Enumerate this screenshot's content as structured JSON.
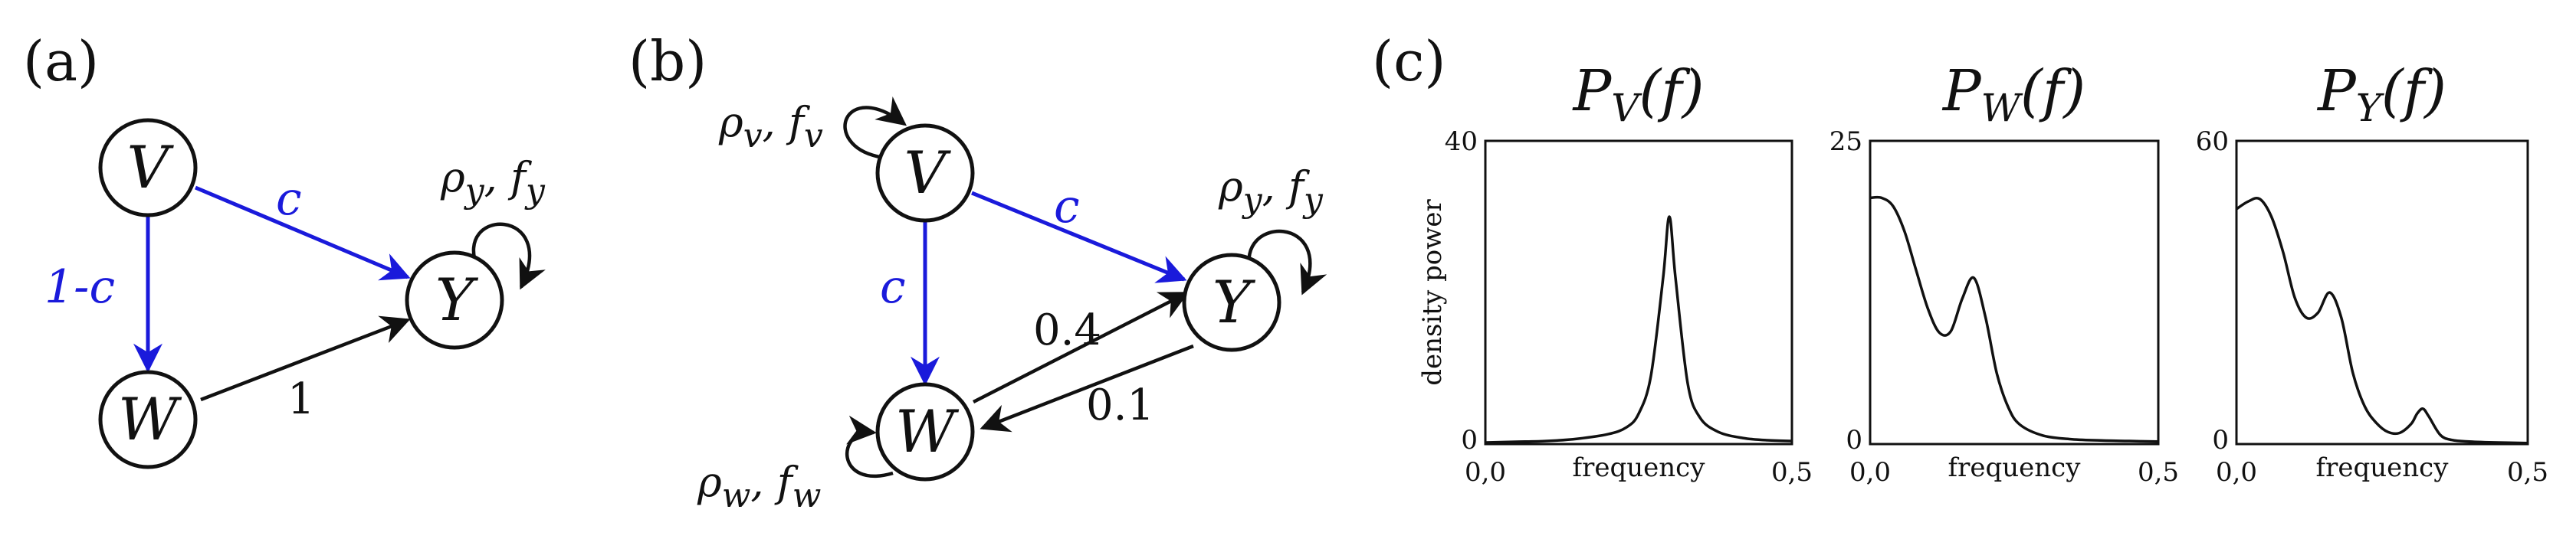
{
  "panels": {
    "a": {
      "label": "(a)",
      "nodes": {
        "v": "V",
        "w": "W",
        "y": "Y"
      },
      "edges": {
        "vy": "c",
        "vw": "1-c",
        "wy": "1"
      },
      "self_loop_y": "ρ y , f y"
    },
    "b": {
      "label": "(b)",
      "nodes": {
        "v": "V",
        "w": "W",
        "y": "Y"
      },
      "edges": {
        "vy": "c",
        "vw": "c",
        "wy": "0.4",
        "yw": "0.1"
      },
      "self_loop_v": "ρ v , f v",
      "self_loop_y": "ρ y , f y",
      "self_loop_w": "ρ w , f w"
    },
    "c": {
      "label": "(c)"
    }
  },
  "colors": {
    "blue": "#1a1adb",
    "black": "#111111"
  },
  "chart_data": [
    {
      "type": "line",
      "title": "P_V(f)",
      "xlabel": "frequency",
      "ylabel": "density power",
      "xlim": [
        0,
        0.5
      ],
      "ylim": [
        0,
        40
      ],
      "x_tick_labels": [
        "0,0",
        "0,5"
      ],
      "y_tick_labels": [
        "0",
        "40"
      ],
      "series": [
        {
          "x": [
            0,
            0.05,
            0.1,
            0.15,
            0.2,
            0.23,
            0.25,
            0.27,
            0.29,
            0.3,
            0.31,
            0.33,
            0.35,
            0.38,
            0.42,
            0.46,
            0.5
          ],
          "y": [
            0.2,
            0.3,
            0.4,
            0.7,
            1.3,
            2.2,
            4,
            9,
            22,
            30,
            22,
            8,
            3.5,
            1.6,
            0.8,
            0.5,
            0.4
          ]
        }
      ]
    },
    {
      "type": "line",
      "title": "P_W(f)",
      "xlabel": "frequency",
      "xlim": [
        0,
        0.5
      ],
      "ylim": [
        0,
        25
      ],
      "x_tick_labels": [
        "0,0",
        "0,5"
      ],
      "y_tick_labels": [
        "0",
        "25"
      ],
      "series": [
        {
          "x": [
            0,
            0.02,
            0.04,
            0.06,
            0.08,
            0.1,
            0.12,
            0.14,
            0.16,
            0.18,
            0.2,
            0.22,
            0.24,
            0.26,
            0.3,
            0.35,
            0.4,
            0.45,
            0.5
          ],
          "y": [
            20.3,
            20.3,
            19.6,
            17.5,
            14.3,
            11.2,
            9.2,
            9.3,
            12,
            13.7,
            10.5,
            5.8,
            3,
            1.6,
            0.7,
            0.4,
            0.3,
            0.25,
            0.2
          ]
        }
      ]
    },
    {
      "type": "line",
      "title": "P_Y(f)",
      "xlabel": "frequency",
      "xlim": [
        0,
        0.5
      ],
      "ylim": [
        0,
        60
      ],
      "x_tick_labels": [
        "0,0",
        "0,5"
      ],
      "y_tick_labels": [
        "0",
        "60"
      ],
      "series": [
        {
          "x": [
            0,
            0.02,
            0.04,
            0.06,
            0.08,
            0.1,
            0.12,
            0.14,
            0.16,
            0.18,
            0.2,
            0.22,
            0.24,
            0.26,
            0.28,
            0.3,
            0.31,
            0.32,
            0.33,
            0.35,
            0.37,
            0.4,
            0.45,
            0.5
          ],
          "y": [
            46.5,
            48,
            48.5,
            45,
            38,
            29,
            25,
            26,
            30,
            25,
            14,
            7.5,
            4.2,
            2.4,
            2.2,
            4,
            6,
            7,
            5.5,
            1.8,
            0.8,
            0.5,
            0.3,
            0.2
          ]
        }
      ]
    }
  ]
}
